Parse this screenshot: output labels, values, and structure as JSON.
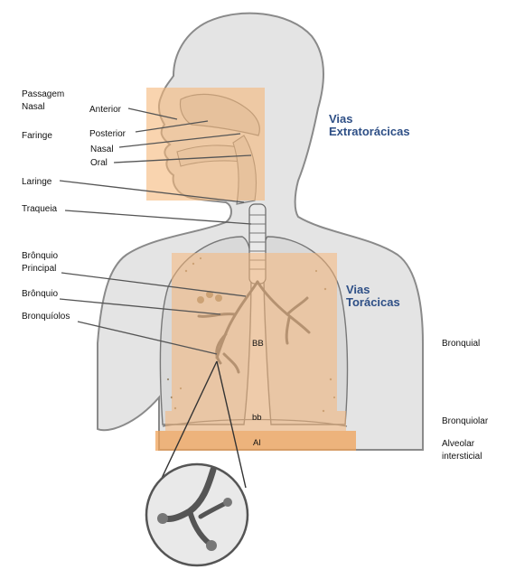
{
  "labels": {
    "passagem_nasal_1": "Passagem",
    "passagem_nasal_2": "Nasal",
    "faringe": "Faringe",
    "anterior": "Anterior",
    "posterior": "Posterior",
    "nasal": "Nasal",
    "oral": "Oral",
    "laringe": "Laringe",
    "traqueia": "Traqueia",
    "bronquio_principal_1": "Brônquio",
    "bronquio_principal_2": "Principal",
    "bronquio": "Brônquio",
    "bronquiolos": "Bronquíolos"
  },
  "regions": {
    "extratoracicas_1": "Vias",
    "extratoracicas_2": "Extratorácicas",
    "toracicas_1": "Vias",
    "toracicas_2": "Torácicas"
  },
  "zones": {
    "bb_upper": "BB",
    "bb_lower": "bb",
    "al": "Al"
  },
  "side_labels": {
    "bronquial": "Bronquial",
    "bronquiolar": "Bronquiolar",
    "alveolar_1": "Alveolar",
    "alveolar_2": "intersticial"
  },
  "colors": {
    "region_text": "#2e4f86",
    "overlay": "#f5b77a",
    "overlay_strong": "#f0a35a"
  }
}
